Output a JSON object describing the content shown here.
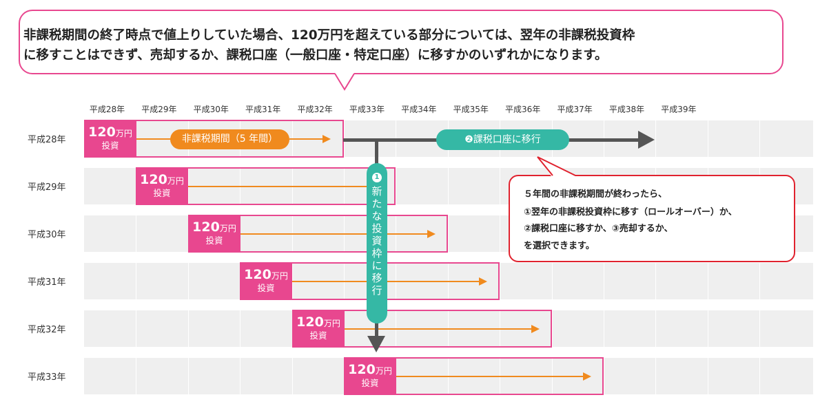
{
  "callout": {
    "line1": "非課税期間の終了時点で値上りしていた場合、120万円を超えている部分については、翌年の非課税投資枠",
    "line2": "に移すことはできず、売却するか、課税口座（一般口座・特定口座）に移すかのいずれかになります。"
  },
  "years": [
    "平成28年",
    "平成29年",
    "平成30年",
    "平成31年",
    "平成32年",
    "平成33年",
    "平成34年",
    "平成35年",
    "平成36年",
    "平成37年",
    "平成38年",
    "平成39年"
  ],
  "rows": [
    {
      "label": "平成28年",
      "amount": "120",
      "unit": "万円",
      "sub": "投資"
    },
    {
      "label": "平成29年",
      "amount": "120",
      "unit": "万円",
      "sub": "投資"
    },
    {
      "label": "平成30年",
      "amount": "120",
      "unit": "万円",
      "sub": "投資"
    },
    {
      "label": "平成31年",
      "amount": "120",
      "unit": "万円",
      "sub": "投資"
    },
    {
      "label": "平成32年",
      "amount": "120",
      "unit": "万円",
      "sub": "投資"
    },
    {
      "label": "平成33年",
      "amount": "120",
      "unit": "万円",
      "sub": "投資"
    }
  ],
  "period_label": "非課税期間（5 年間）",
  "taxable_label": "❷課税口座に移行",
  "new_frame": {
    "num": "1",
    "text": "新たな投資枠に移行"
  },
  "note": {
    "line1": "５年間の非課税期間が終わったら、",
    "line2": "①翌年の非課税投資枠に移す（ロールオーバー）か、",
    "line3": "②課税口座に移すか、③売却するか、",
    "line4": "を選択できます。"
  },
  "colors": {
    "pink": "#e8478f",
    "orange": "#f08a1e",
    "teal": "#35b8a5",
    "gray": "#555555",
    "red": "#e0222e"
  }
}
